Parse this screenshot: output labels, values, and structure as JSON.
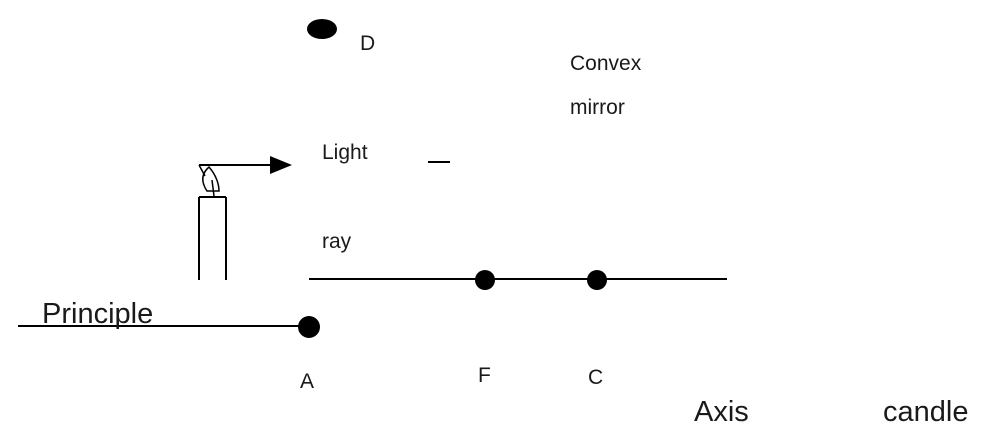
{
  "labels": {
    "D": "D",
    "convex_line1": "Convex",
    "convex_line2": "mirror",
    "light": "Light",
    "ray": "ray",
    "principle": "Principle",
    "A": "A",
    "F": "F",
    "C": "C",
    "axis": "Axis",
    "candle": "candle"
  },
  "colors": {
    "ink": "#000000",
    "text": "#1a1a1a"
  }
}
